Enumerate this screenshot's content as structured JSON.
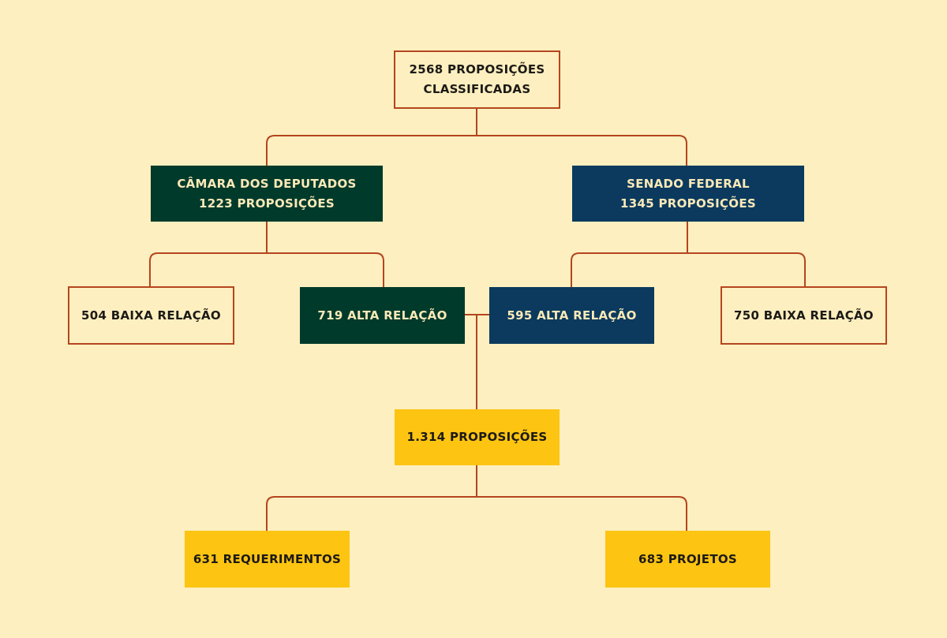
{
  "root": {
    "line1": "2568 PROPOSIÇÕES",
    "line2": "CLASSIFICADAS"
  },
  "camara": {
    "line1": "CÂMARA DOS DEPUTADOS",
    "line2": "1223 PROPOSIÇÕES",
    "color": "#003a2b"
  },
  "senado": {
    "line1": "SENADO FEDERAL",
    "line2": "1345 PROPOSIÇÕES",
    "color": "#0b3a5e"
  },
  "camara_baixa": {
    "label": "504 BAIXA RELAÇÃO"
  },
  "camara_alta": {
    "label": "719 ALTA RELAÇÃO"
  },
  "senado_alta": {
    "label": "595 ALTA RELAÇÃO"
  },
  "senado_baixa": {
    "label": "750 BAIXA RELAÇÃO"
  },
  "total_alta": {
    "label": "1.314 PROPOSIÇÕES",
    "color": "#fdc412"
  },
  "requerimentos": {
    "label": "631 REQUERIMENTOS"
  },
  "projetos": {
    "label": "683 PROJETOS"
  },
  "colors": {
    "background": "#fdefbf",
    "connector": "#b4451f",
    "text_dark": "#1c1a16",
    "text_light": "#fbe9b8"
  }
}
